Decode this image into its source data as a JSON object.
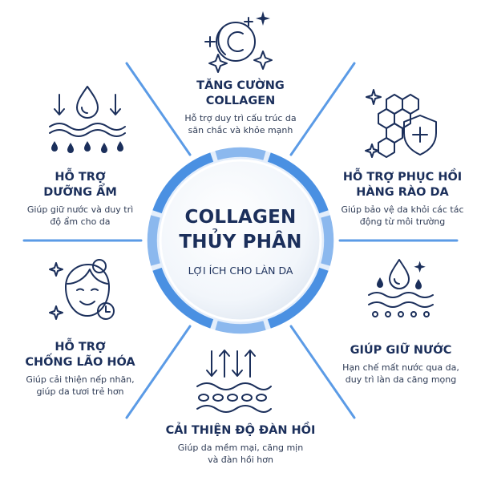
{
  "center": {
    "title_line1": "COLLAGEN",
    "title_line2": "THỦY PHÂN",
    "subtitle": "LỢI ÍCH CHO LÀN DA"
  },
  "benefits": [
    {
      "title1": "TĂNG CƯỜNG",
      "title2": "COLLAGEN",
      "desc1": "Hỗ trợ duy trì cấu trúc da",
      "desc2": "săn chắc và khỏe mạnh",
      "icon": "collagen-sparkle-icon"
    },
    {
      "title1": "HỖ TRỢ PHỤC HỒI",
      "title2": "HÀNG RÀO DA",
      "desc1": "Giúp bảo vệ da khỏi các tác",
      "desc2": "động từ môi trường",
      "icon": "honeycomb-shield-icon"
    },
    {
      "title1": "GIÚP GIỮ NƯỚC",
      "title2": "",
      "desc1": "Hạn chế mất nước qua da,",
      "desc2": "duy trì làn da căng mọng",
      "icon": "water-drop-skin-icon"
    },
    {
      "title1": "CẢI THIỆN ĐỘ ĐÀN HỒI",
      "title2": "",
      "desc1": "Giúp da mềm mại, căng mịn",
      "desc2": "và đàn hồi hơn",
      "icon": "elasticity-arrows-icon"
    },
    {
      "title1": "HỖ TRỢ",
      "title2": "CHỐNG LÃO HÓA",
      "desc1": "Giúp cải thiện nếp nhăn,",
      "desc2": "giúp da tươi trẻ hơn",
      "icon": "smiling-face-clock-icon"
    },
    {
      "title1": "HỖ TRỢ",
      "title2": "DƯỠNG ẨM",
      "desc1": "Giúp giữ nước và duy trì",
      "desc2": "độ ẩm cho da",
      "icon": "moisture-drops-icon"
    }
  ],
  "colors": {
    "navy": "#1b2f5b",
    "accent": "#4a90e2",
    "divider": "#5b9be6"
  }
}
